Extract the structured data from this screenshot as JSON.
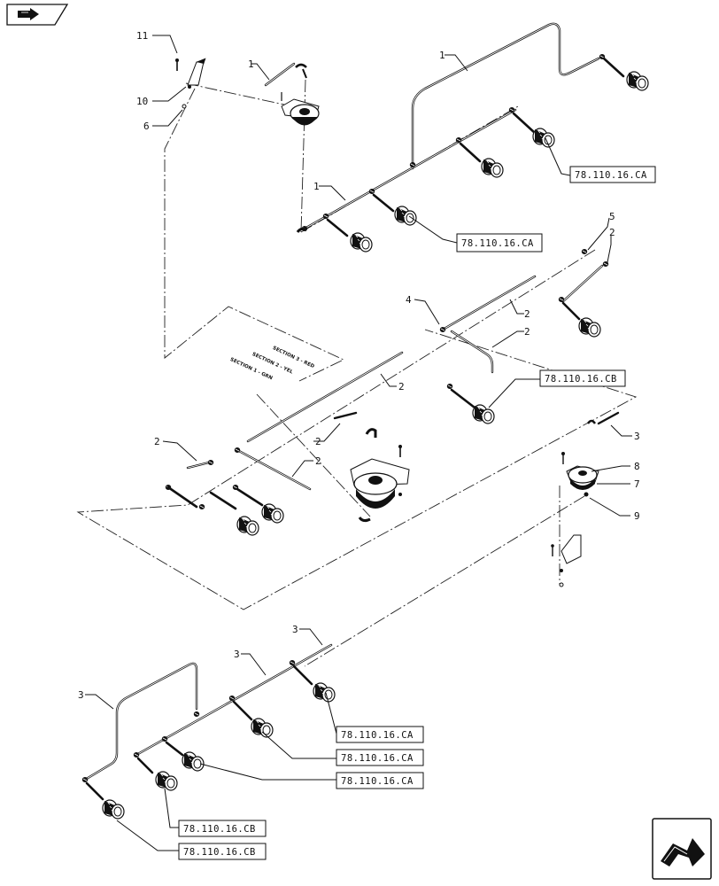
{
  "nav": {
    "top_left_icon": "page-arrow-icon",
    "bottom_right_icon": "next-page-arrow-icon"
  },
  "callouts": [
    "11",
    "10",
    "6",
    "1",
    "1",
    "1",
    "5",
    "2",
    "4",
    "2",
    "2",
    "2",
    "2",
    "2",
    "2",
    "3",
    "8",
    "7",
    "9",
    "3",
    "3",
    "3"
  ],
  "references": [
    "78.110.16.CA",
    "78.110.16.CA",
    "78.110.16.CB",
    "78.110.16.CA",
    "78.110.16.CA",
    "78.110.16.CA",
    "78.110.16.CB",
    "78.110.16.CB"
  ],
  "section_labels": [
    "SECTION 3 - RED",
    "SECTION 2 - YEL",
    "SECTION 1 - GRN"
  ]
}
